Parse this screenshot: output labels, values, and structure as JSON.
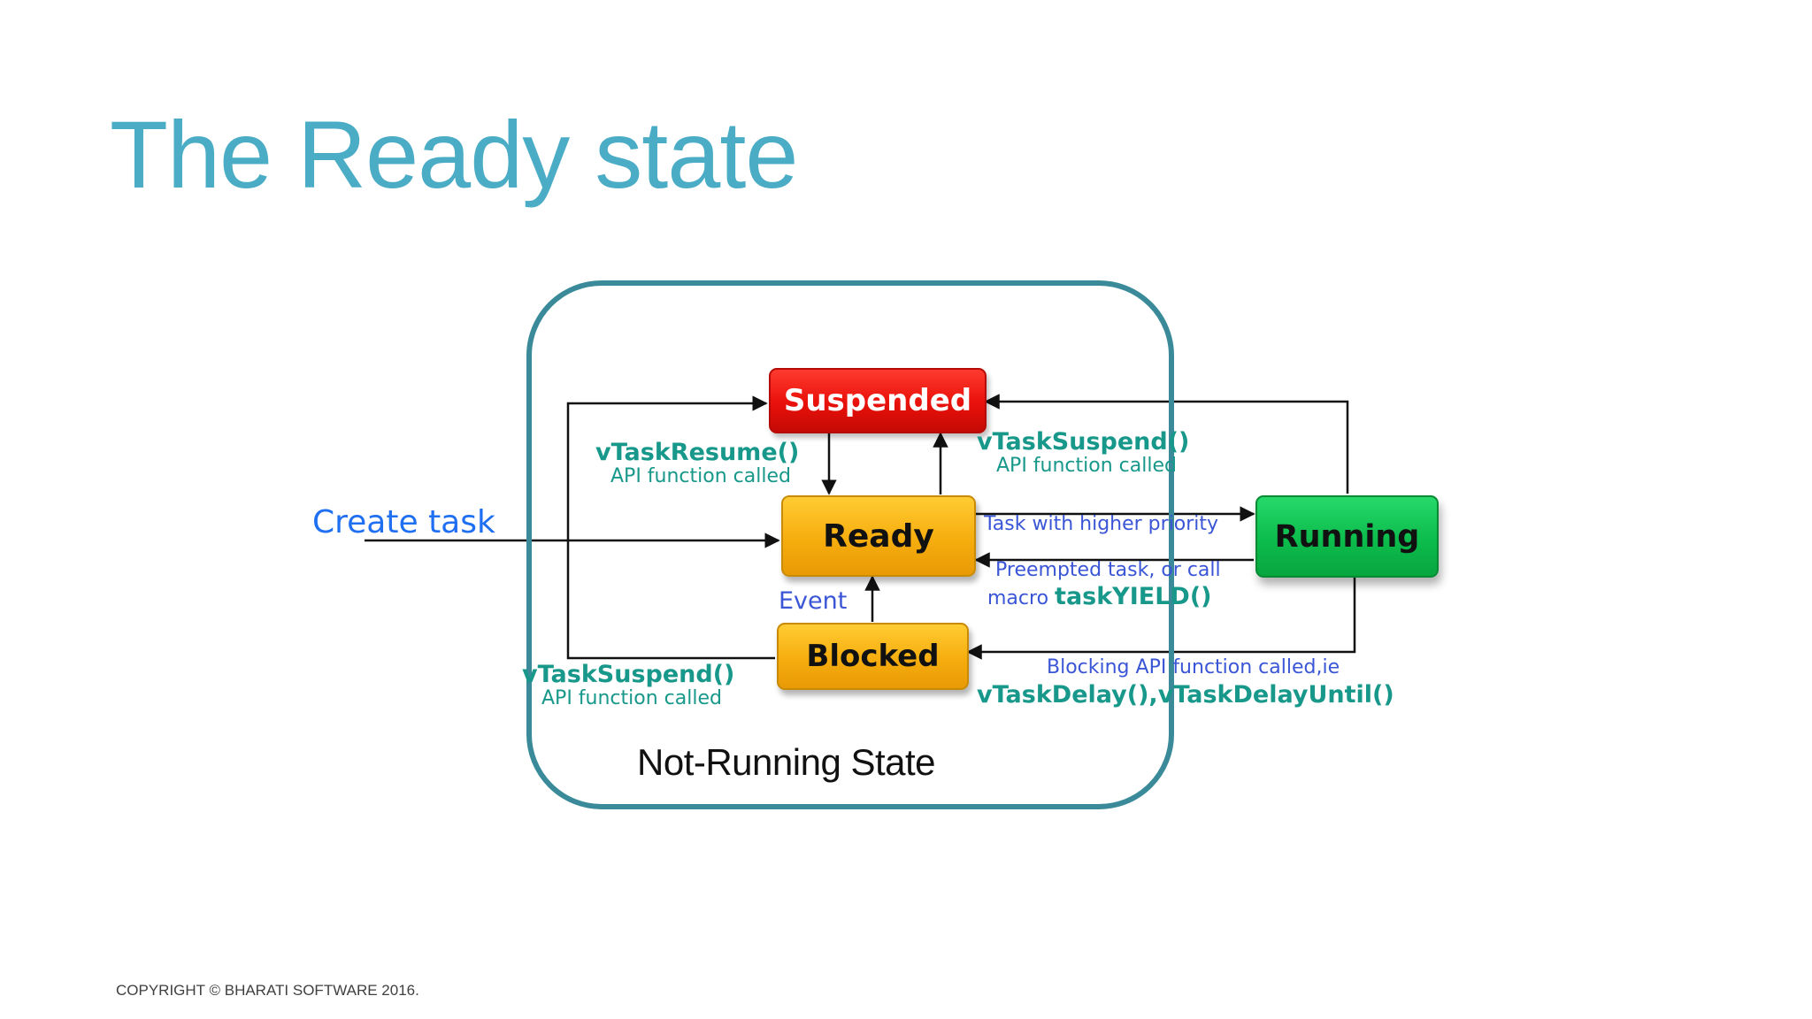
{
  "slide": {
    "title": "The Ready state",
    "copyright": "COPYRIGHT © BHARATI SOFTWARE 2016."
  },
  "diagram": {
    "group_label": "Not-Running State",
    "states": {
      "suspended": "Suspended",
      "ready": "Ready",
      "blocked": "Blocked",
      "running": "Running"
    },
    "labels": {
      "create_task": "Create task",
      "resume_name": "vTaskResume()",
      "resume_sub": "API function called",
      "suspend_top_name": "vTaskSuspend()",
      "suspend_top_sub": "API function called",
      "higher_priority": "Task with higher priority",
      "preempted_line1": "Preempted task, or call",
      "preempted_prefix": "macro ",
      "preempted_macro": "taskYIELD()",
      "event": "Event",
      "suspend_left_name": "vTaskSuspend()",
      "suspend_left_sub": "API function called",
      "blocking_line1": "Blocking API function called,ie",
      "blocking_line2": "vTaskDelay(),vTaskDelayUntil()"
    },
    "colors": {
      "group_border": "#3a8a9a",
      "suspended": "#e8100a",
      "ready": "#f6ad0e",
      "blocked": "#f6ad0e",
      "running": "#0cbc4c",
      "api_text": "#17988a",
      "note_text": "#3a56d6",
      "title": "#4bacc6"
    }
  }
}
